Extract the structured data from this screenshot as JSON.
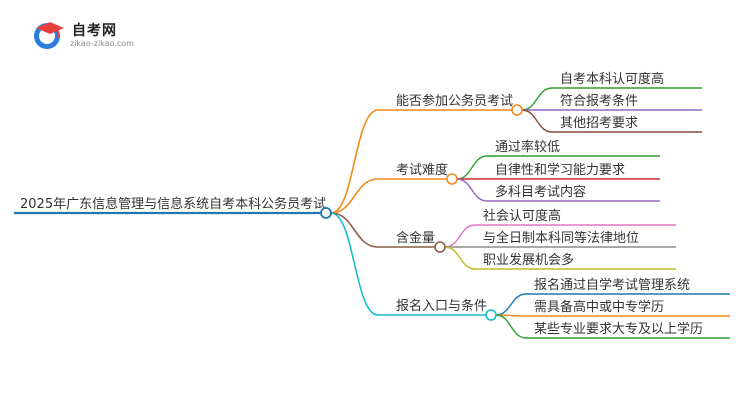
{
  "logo": {
    "name": "自考网",
    "url_text": "zikao-zikao.com",
    "icon": "graduation-cap-icon"
  },
  "root": {
    "label": "2025年广东信息管理与信息系统自考本科公务员考试",
    "color": "#1f77b4"
  },
  "branches": [
    {
      "label": "能否参加公务员考试",
      "color": "#f28a1a",
      "children": [
        {
          "label": "自考本科认可度高",
          "color": "#2ca02c"
        },
        {
          "label": "符合报考条件",
          "color": "#9467bd"
        },
        {
          "label": "其他招考要求",
          "color": "#8c4a3a"
        }
      ]
    },
    {
      "label": "考试难度",
      "color": "#f28a1a",
      "children": [
        {
          "label": "通过率较低",
          "color": "#2ca02c"
        },
        {
          "label": "自律性和学习能力要求",
          "color": "#d62728"
        },
        {
          "label": "多科目考试内容",
          "color": "#9467bd"
        }
      ]
    },
    {
      "label": "含金量",
      "color": "#8c5a4a",
      "children": [
        {
          "label": "社会认可度高",
          "color": "#e377c2"
        },
        {
          "label": "与全日制本科同等法律地位",
          "color": "#8c8c8c"
        },
        {
          "label": "职业发展机会多",
          "color": "#bcbd22"
        }
      ]
    },
    {
      "label": "报名入口与条件",
      "color": "#17becf",
      "children": [
        {
          "label": "报名通过自学考试管理系统",
          "color": "#1f77b4"
        },
        {
          "label": "需具备高中或中专学历",
          "color": "#f28a1a"
        },
        {
          "label": "某些专业要求大专及以上学历",
          "color": "#2ca02c"
        }
      ]
    }
  ]
}
